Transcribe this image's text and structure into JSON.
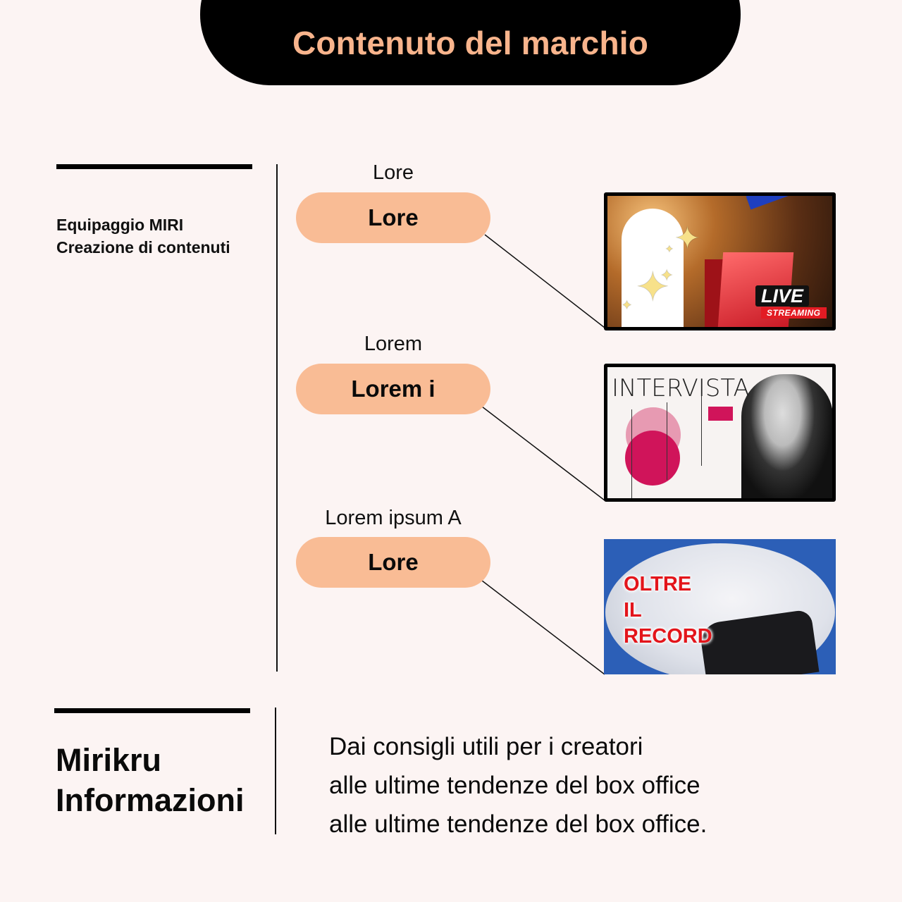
{
  "header": {
    "title": "Contenuto del marchio"
  },
  "colors": {
    "accent": "#f9bc95",
    "title_text": "#f8b48c",
    "background": "#fcf4f3",
    "header_bg": "#000000"
  },
  "left_section": {
    "lines": [
      "Equipaggio MIRI",
      "Creazione di contenuti"
    ]
  },
  "items": [
    {
      "caption": "Lore",
      "pill_label": "Lore",
      "thumbnail": {
        "name": "live-streaming-thumbnail",
        "badge_main": "LIVE",
        "badge_sub": "STREAMING"
      }
    },
    {
      "caption": "Lorem",
      "pill_label": "Lorem i",
      "thumbnail": {
        "name": "interview-thumbnail",
        "overlay_text": "INTERVISTA"
      }
    },
    {
      "caption": "Lorem ipsum A",
      "pill_label": "Lore",
      "thumbnail": {
        "name": "record-thumbnail",
        "overlay_lines": [
          "OLTRE",
          "IL",
          "RECORD"
        ]
      }
    }
  ],
  "info_section": {
    "title_lines": [
      "Mirikru",
      "Informazioni"
    ],
    "description_lines": [
      "Dai consigli utili per i creatori",
      "alle ultime tendenze del box office",
      "alle ultime tendenze del box office."
    ]
  }
}
